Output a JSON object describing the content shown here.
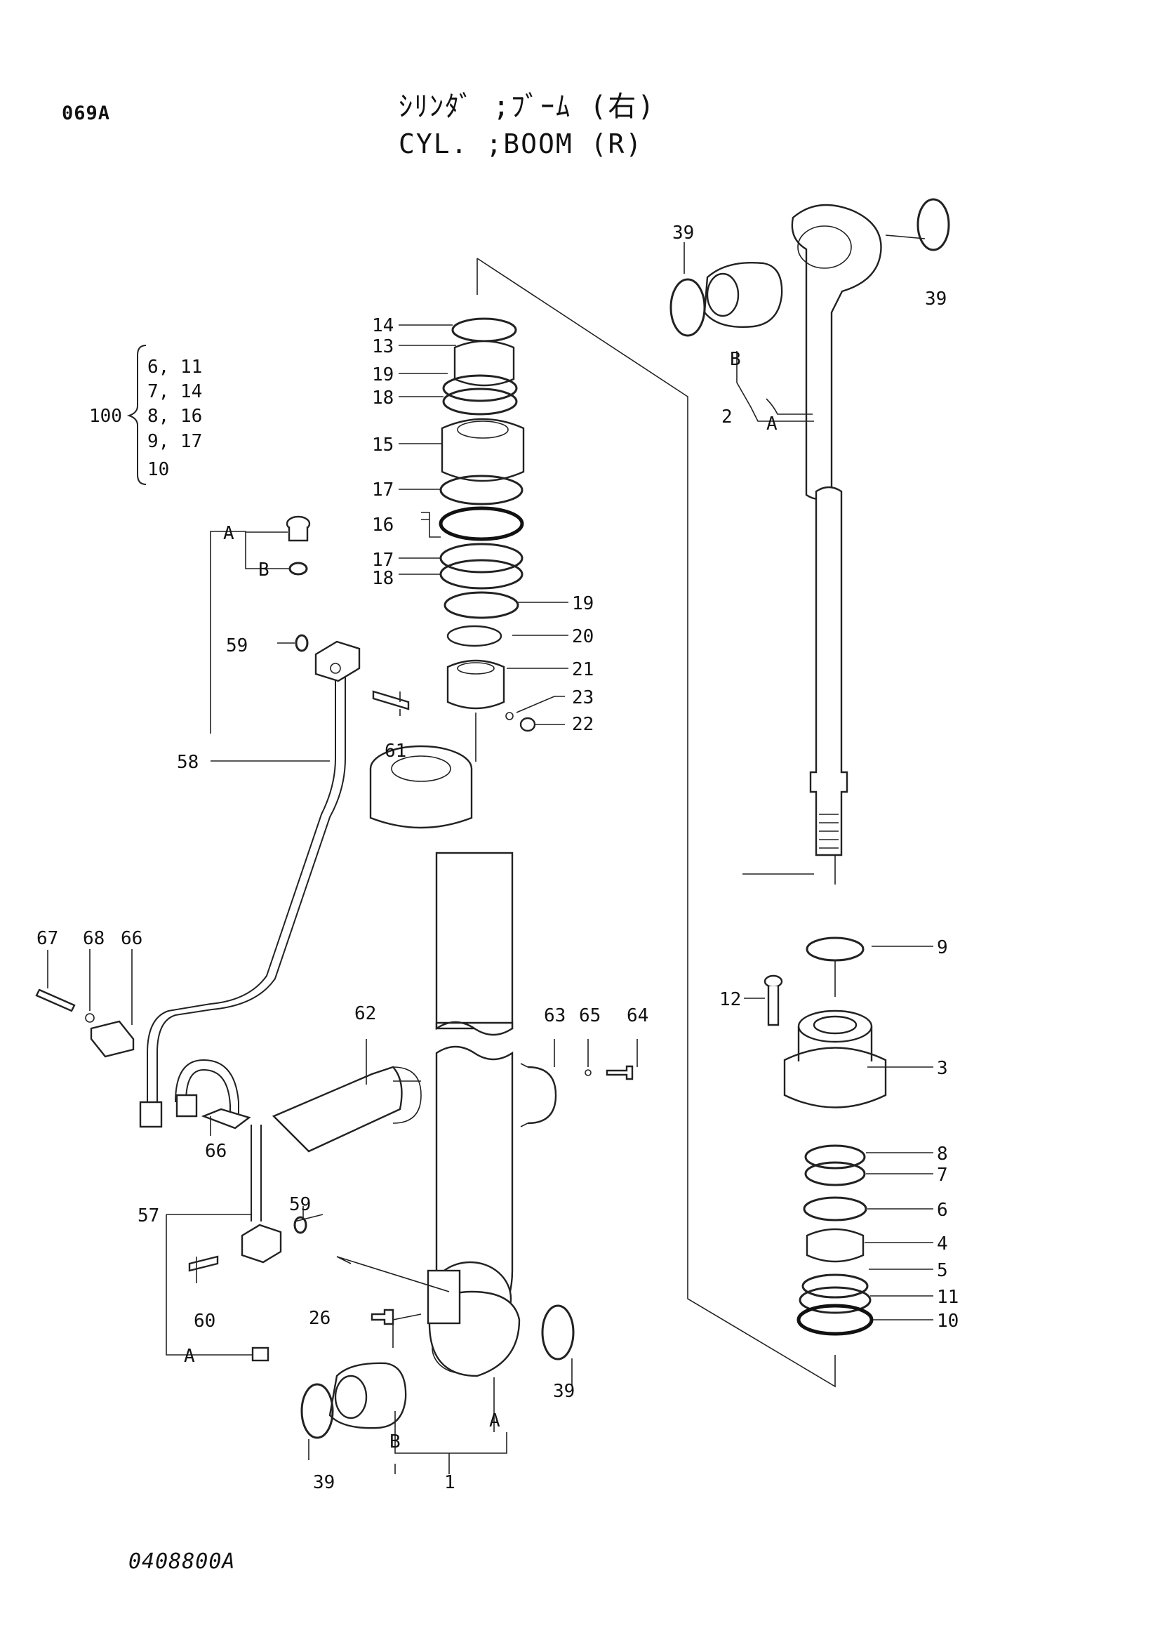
{
  "header": {
    "code": "069A",
    "title_jp": "ｼﾘﾝﾀﾞ ;ﾌﾞｰﾑ (右)",
    "title_en": "CYL. ;BOOM (R)"
  },
  "kit": {
    "number": "100",
    "items": [
      "6, 11",
      "7, 14",
      "8, 16",
      "9, 17",
      "10"
    ]
  },
  "footer": {
    "drawing_number": "0408800A"
  },
  "labels": {
    "p1": "1",
    "p2": "2",
    "p3": "3",
    "p4": "4",
    "p5": "5",
    "p6": "6",
    "p7": "7",
    "p8": "8",
    "p9": "9",
    "p10": "10",
    "p11": "11",
    "p12": "12",
    "p13": "13",
    "p14": "14",
    "p15": "15",
    "p16": "16",
    "p17a": "17",
    "p17b": "17",
    "p18a": "18",
    "p18b": "18",
    "p19a": "19",
    "p19b": "19",
    "p20": "20",
    "p21": "21",
    "p22": "22",
    "p23": "23",
    "p26": "26",
    "p39a": "39",
    "p39b": "39",
    "p39c": "39",
    "p39d": "39",
    "p57": "57",
    "p58": "58",
    "p59a": "59",
    "p59b": "59",
    "p60": "60",
    "p61": "61",
    "p62": "62",
    "p63": "63",
    "p64": "64",
    "p65": "65",
    "p66a": "66",
    "p66b": "66",
    "p67": "67",
    "p68": "68",
    "refA1": "A",
    "refA2": "A",
    "refA3": "A",
    "refA4": "A",
    "refB1": "B",
    "refB2": "B",
    "refB3": "B"
  }
}
